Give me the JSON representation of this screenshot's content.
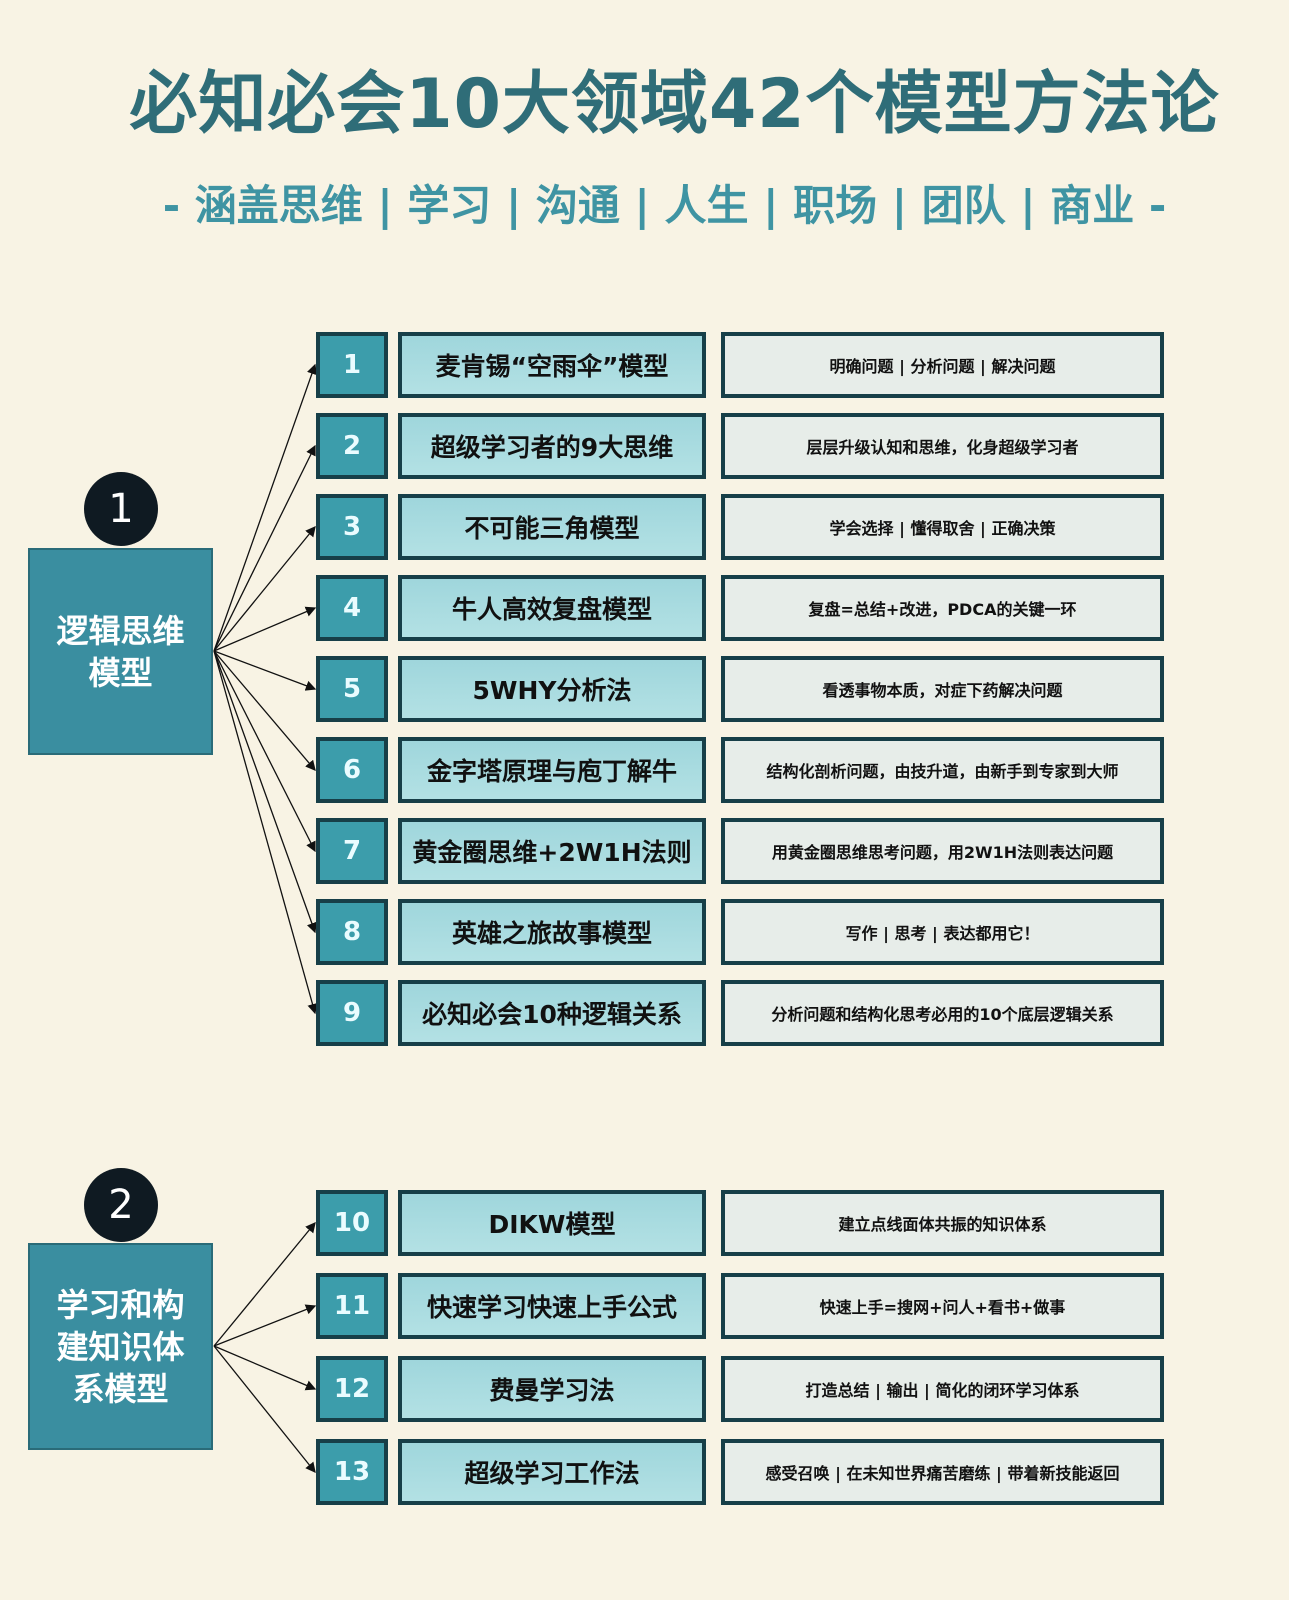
{
  "title": "必知必会10大领域42个模型方法论",
  "subtitle": "- 涵盖思维 | 学习 | 沟通 | 人生 | 职场 | 团队 | 商业 -",
  "colors": {
    "background": "#f8f3e4",
    "title": "#2f6d78",
    "subtitle": "#3f94a3",
    "number_fill": "#3c9dab",
    "border": "#173f48",
    "group_fill": "#3a8ea0"
  },
  "groups": [
    {
      "number": "1",
      "label": "逻辑思维模型",
      "items": [
        {
          "num": "1",
          "name": "麦肯锡“空雨伞”模型",
          "desc": "明确问题 | 分析问题 | 解决问题"
        },
        {
          "num": "2",
          "name": "超级学习者的9大思维",
          "desc": "层层升级认知和思维，化身超级学习者"
        },
        {
          "num": "3",
          "name": "不可能三角模型",
          "desc": "学会选择 | 懂得取舍 | 正确决策"
        },
        {
          "num": "4",
          "name": "牛人高效复盘模型",
          "desc": "复盘=总结+改进，PDCA的关键一环"
        },
        {
          "num": "5",
          "name": "5WHY分析法",
          "desc": "看透事物本质，对症下药解决问题"
        },
        {
          "num": "6",
          "name": "金字塔原理与庖丁解牛",
          "desc": "结构化剖析问题，由技升道，由新手到专家到大师"
        },
        {
          "num": "7",
          "name": "黄金圈思维+2W1H法则",
          "desc": "用黄金圈思维思考问题，用2W1H法则表达问题"
        },
        {
          "num": "8",
          "name": "英雄之旅故事模型",
          "desc": "写作 | 思考 | 表达都用它！"
        },
        {
          "num": "9",
          "name": "必知必会10种逻辑关系",
          "desc": "分析问题和结构化思考必用的10个底层逻辑关系"
        }
      ]
    },
    {
      "number": "2",
      "label": "学习和构建知识体系模型",
      "items": [
        {
          "num": "10",
          "name": "DIKW模型",
          "desc": "建立点线面体共振的知识体系"
        },
        {
          "num": "11",
          "name": "快速学习快速上手公式",
          "desc": "快速上手=搜网+问人+看书+做事"
        },
        {
          "num": "12",
          "name": "费曼学习法",
          "desc": "打造总结 | 输出 | 简化的闭环学习体系"
        },
        {
          "num": "13",
          "name": "超级学习工作法",
          "desc": "感受召唤 | 在未知世界痛苦磨练 | 带着新技能返回"
        }
      ]
    }
  ]
}
